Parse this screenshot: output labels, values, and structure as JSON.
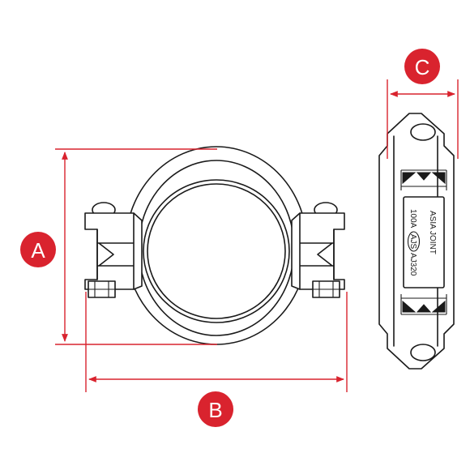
{
  "colors": {
    "dimension": "#d9232e",
    "outline": "#1a1a1a",
    "badge_text": "#ffffff"
  },
  "dimensions": {
    "a": {
      "label": "A"
    },
    "b": {
      "label": "B"
    },
    "c": {
      "label": "C"
    }
  },
  "nameplate": {
    "line1": "ASIA JOINT",
    "line2_left": "100A",
    "logo": "AJS",
    "line2_right": "AJ320"
  }
}
